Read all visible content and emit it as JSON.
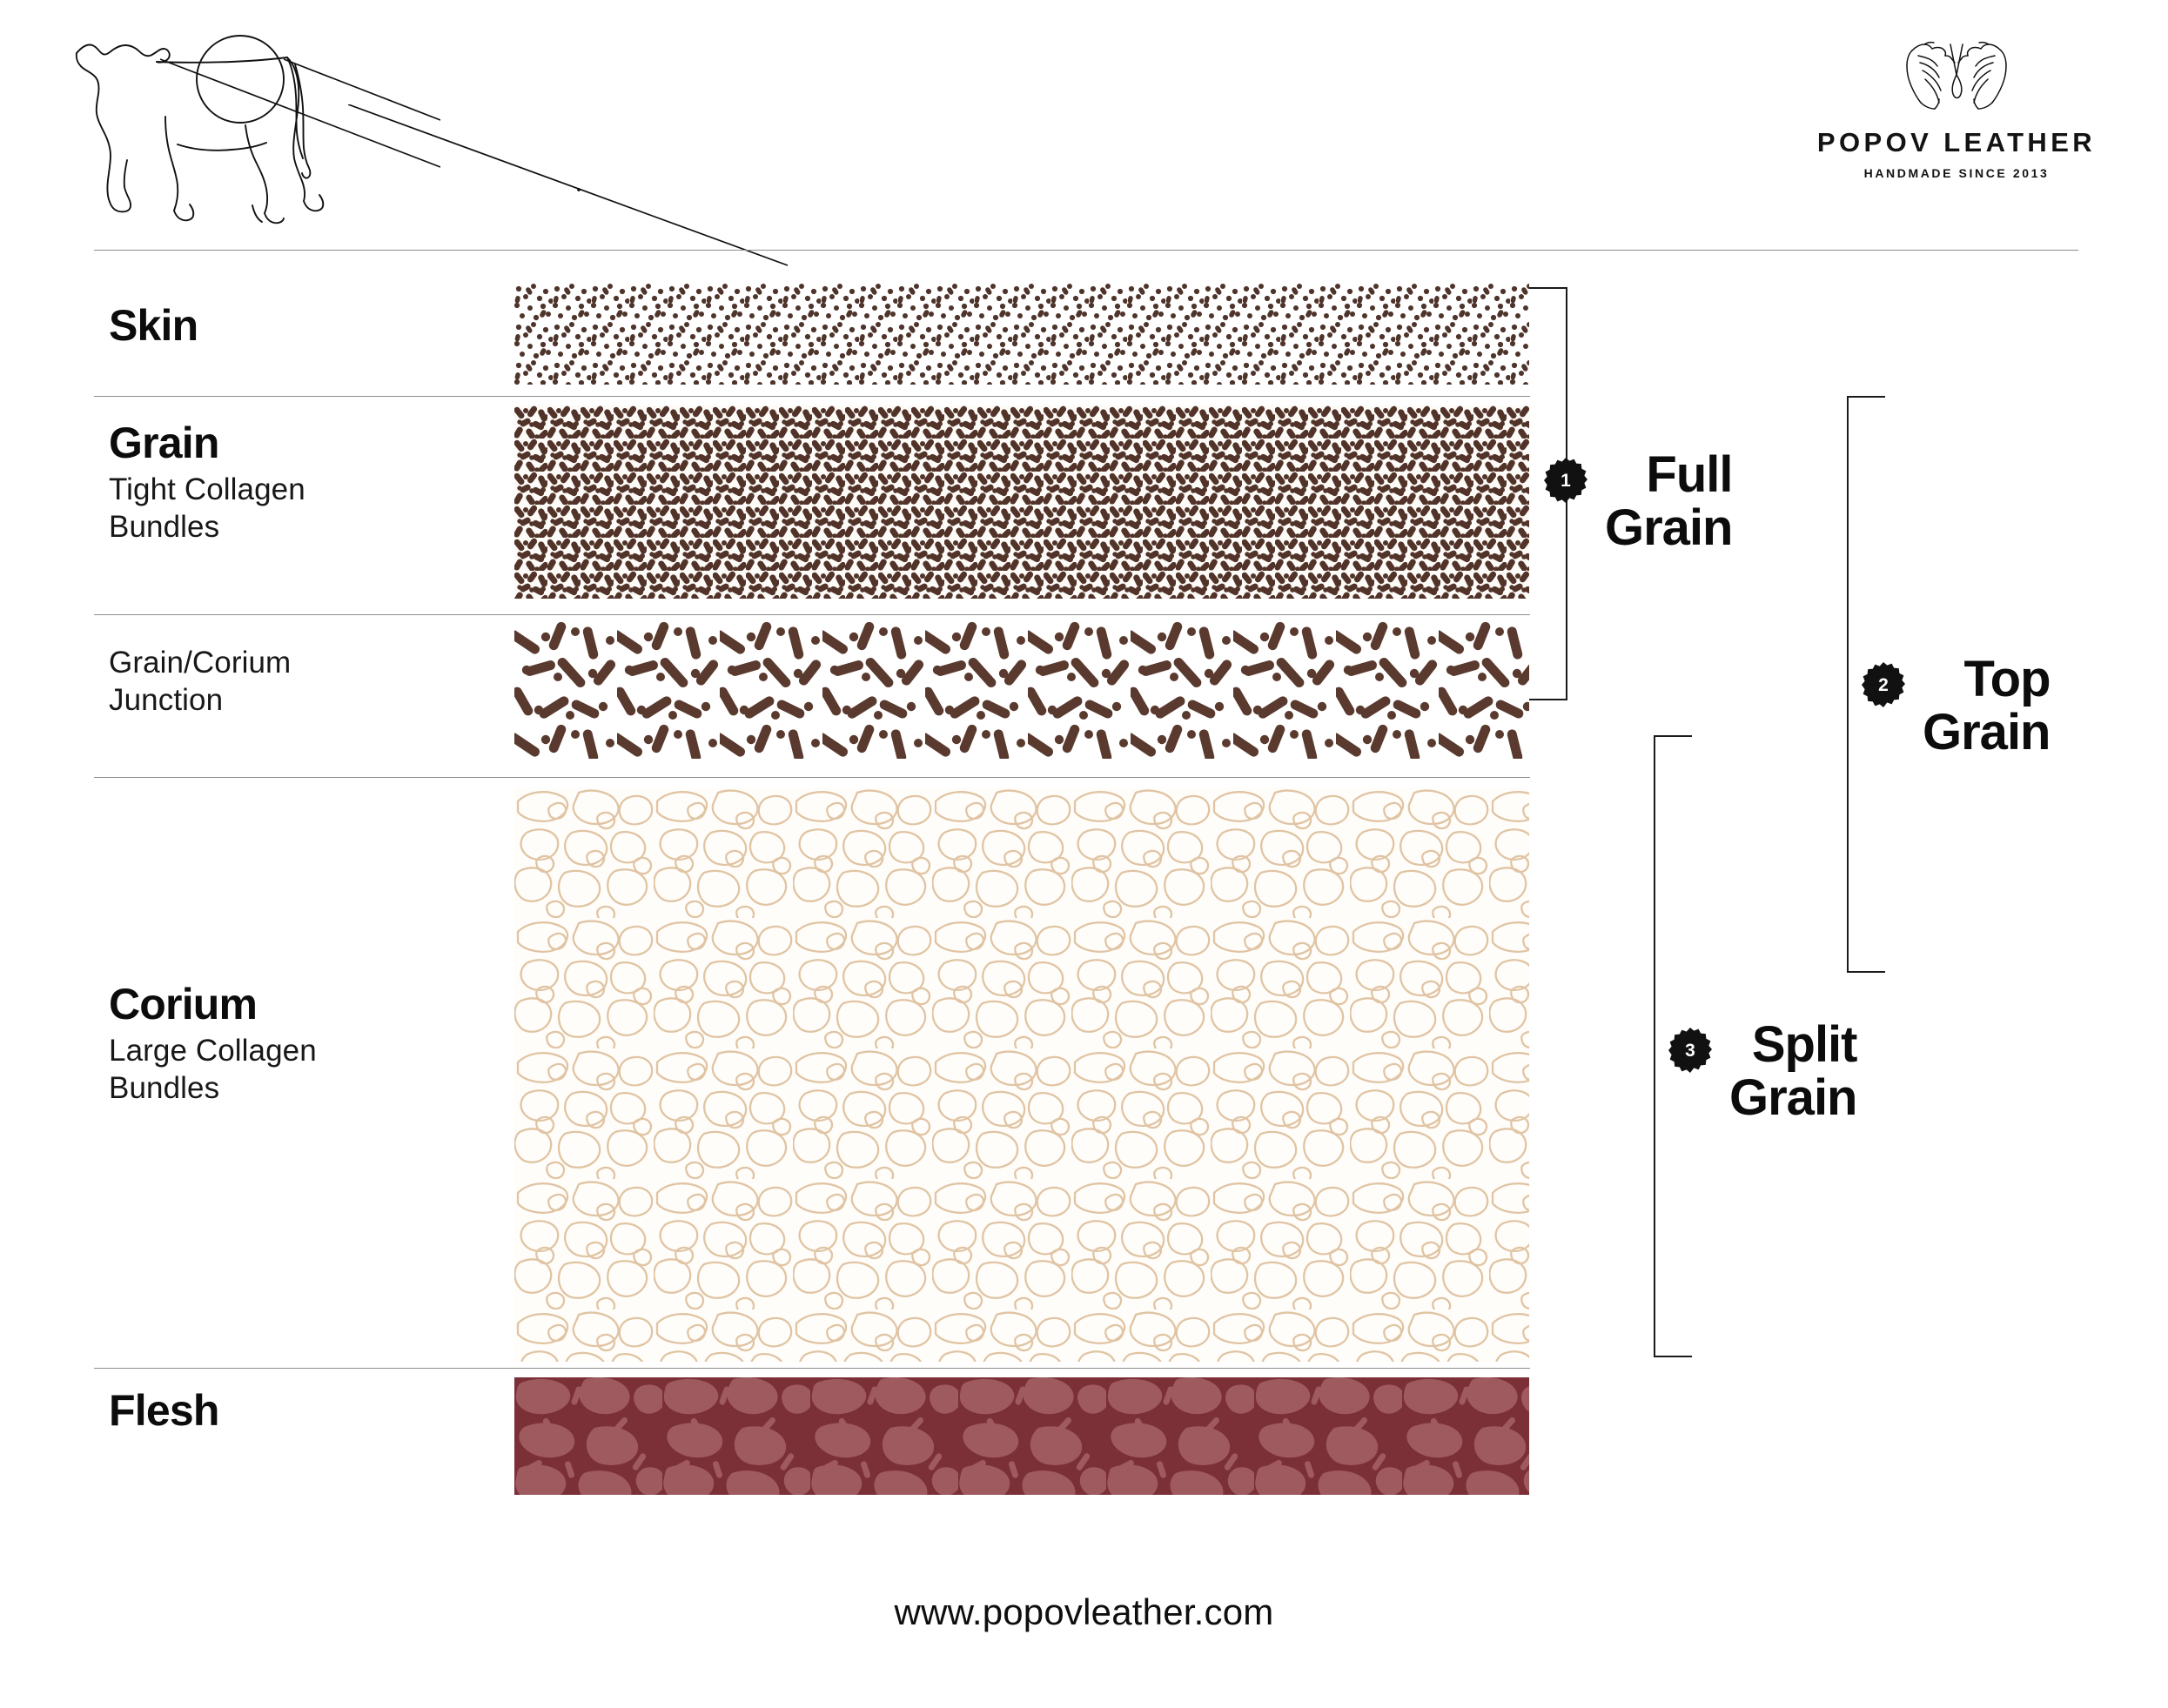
{
  "brand": {
    "name": "POPOV LEATHER",
    "tagline": "HANDMADE SINCE 2013",
    "logo_icon": "two-hands-stitching-icon"
  },
  "illustration": {
    "cow_icon": "cow-side-profile-icon",
    "callout_circle_icon": "magnifier-circle-icon",
    "leader_line_icon": "leader-line-icon"
  },
  "layers": [
    {
      "id": "skin",
      "title": "Skin",
      "subtitle": "",
      "texture": "fine-dots",
      "color": "#4E342B"
    },
    {
      "id": "grain",
      "title": "Grain",
      "subtitle": "Tight Collagen\nBundles",
      "texture": "dense-dashes",
      "color": "#4E342B"
    },
    {
      "id": "grain-corium-junction",
      "title": "",
      "subtitle": "Grain/Corium\nJunction",
      "texture": "sparse-dashes",
      "color": "#5A3A2E"
    },
    {
      "id": "corium",
      "title": "Corium",
      "subtitle": "Large Collagen\nBundles",
      "texture": "cell-outlines",
      "color": "#E3CBAE"
    },
    {
      "id": "flesh",
      "title": "Flesh",
      "subtitle": "",
      "texture": "flesh-blobs",
      "color": "#7B2F36"
    }
  ],
  "callouts": [
    {
      "number": "1",
      "label": "Full\nGrain"
    },
    {
      "number": "2",
      "label": "Top\nGrain"
    },
    {
      "number": "3",
      "label": "Split\nGrain"
    }
  ],
  "footer": {
    "url": "www.popovleather.com"
  },
  "colors": {
    "ink": "#0c0c0c",
    "rule": "#8d8d8d",
    "brown": "#4E342B",
    "tan": "#E3CBAE",
    "flesh_dark": "#7B2F36",
    "flesh_light": "#9E5A5E",
    "background": "#ffffff"
  }
}
